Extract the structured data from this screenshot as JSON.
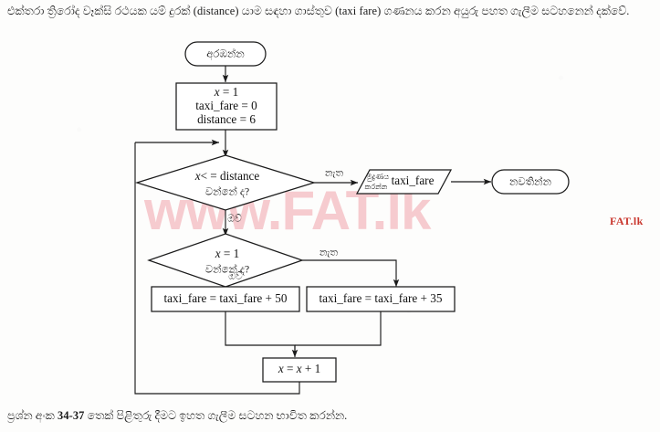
{
  "document": {
    "intro_text": "එක්තරා ත්‍රිරෝද වෑක්සි රථයක යම් දුරක් (distance) යාම සඳහා ගාස්තුව (taxi fare) ගණනය කරන අයුරු පහත ගැලීම සටහනෙන් දක්වේ.",
    "footer_text_before": "ප්‍රශ්න අංක ",
    "footer_question_range": "34-37",
    "footer_text_after": " තෙක් පිළිතුරු දීමට ඉහත ගැලීම සටහන භාවිත කරන්න."
  },
  "watermark": {
    "main": "www.FAT.lk",
    "corner": "FAT.lk",
    "main_color": "#f6c9cd",
    "corner_color": "#c9372e"
  },
  "flowchart": {
    "title": "Taxi fare calculation flowchart",
    "nodes": {
      "start": {
        "type": "terminator",
        "label": "අරඹන්න"
      },
      "init": {
        "type": "process",
        "line1_var": "x",
        "line1_rest": " = 1",
        "line2": "taxi_fare = 0",
        "line3": "distance = 6"
      },
      "decision_distance": {
        "type": "decision",
        "line1_var": "x",
        "line1_rest": "< = distance",
        "line2": "වන්නේ  ද?",
        "yes_label": "ඔව්",
        "no_label": "නැත"
      },
      "output_fare": {
        "type": "output",
        "sinhala_line1": "මුද්‍රණය",
        "sinhala_line2": "කරන්න",
        "value": "taxi_fare"
      },
      "stop": {
        "type": "terminator",
        "label": "නවතින්න"
      },
      "decision_x_equals_one": {
        "type": "decision",
        "line1_var": "x",
        "line1_rest": " = 1",
        "line2": "වන්නේ  ද?",
        "yes_label": "ඔව්",
        "no_label": "නැත"
      },
      "fare_plus_50": {
        "type": "process",
        "label": "taxi_fare = taxi_fare + 50"
      },
      "fare_plus_35": {
        "type": "process",
        "label": "taxi_fare = taxi_fare + 35"
      },
      "increment_x": {
        "type": "process",
        "part1": "x",
        "part2": " = ",
        "part3": "x",
        "part4": " + 1"
      }
    },
    "colors": {
      "stroke": "#1b1b1b",
      "fill": "#ffffff"
    }
  }
}
